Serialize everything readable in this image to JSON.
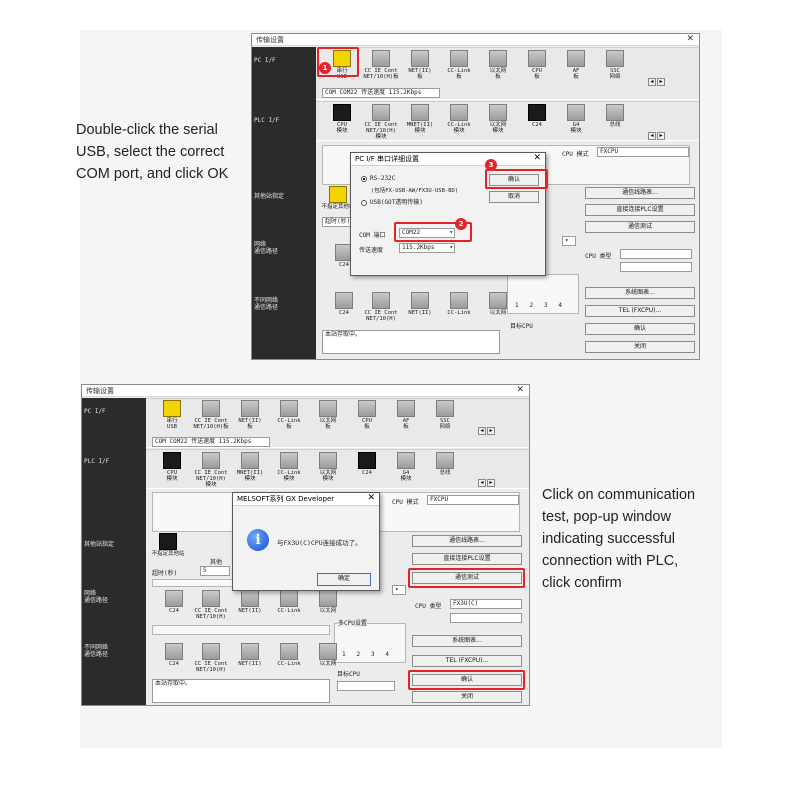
{
  "captions": {
    "top": "Double-click the serial\nUSB, select the correct\nCOM port, and click OK",
    "bottom": "Click on communication\ntest, pop-up window\nindicating successful\nconnection with PLC,\nclick confirm"
  },
  "window": {
    "title": "传输设置",
    "close": "✕",
    "sidebar": {
      "pc_if": "PC I/F",
      "plc_if": "PLC I/F",
      "other_station": "其他站指定",
      "network_route": "网络\n通信路径",
      "diff_network_route": "不同网络\n通信路径"
    },
    "pc_if_icons": [
      "串行\nUSB",
      "CC IE Cont\nNET/10(H)板",
      "NET(II)\n板",
      "CC-Link\n板",
      "以太网\n板",
      "CPU\n板",
      "AF\n板",
      "SSC\n网络"
    ],
    "pc_if_status": [
      "COM",
      "COM22",
      "传送速度",
      "115.2Kbps"
    ],
    "plc_if_icons": [
      "CPU\n模块",
      "CC IE Cont\nNET/10(H)\n模块",
      "MNET(II)\n模块",
      "CC-Link\n模块",
      "以太网\n模块",
      "C24",
      "G4\n模块",
      "总线"
    ],
    "plc_mode_label": "CPU 模式",
    "plc_mode_value": "FXCPU",
    "not_specified": "不指定其他站",
    "timeout_label": "超时(秒)",
    "timeout_value": "5",
    "other_label": "其他",
    "network_icons": [
      "C24",
      "CC IE Cont\nNET/10(H)",
      "NET(II)",
      "CC-Link",
      "以太网"
    ],
    "multi_cpu_title": "多CPU设置",
    "multi_cpu_nums": [
      "1",
      "2",
      "3",
      "4"
    ],
    "target_cpu": "目标CPU",
    "cpu_type_label": "CPU 类型",
    "cpu_type_value_bottom": "FX3U(C)",
    "status_text": "本站存取中。",
    "right_buttons": [
      "通信线路表...",
      "直接连接PLC设置",
      "通信测试",
      "系统图表...",
      "TEL (FXCPU)...",
      "确认",
      "关闭"
    ]
  },
  "serial_dialog": {
    "title": "PC I/F 串口详细设置",
    "close": "✕",
    "option_rs232": "RS-232C",
    "option_rs232_note": "(包括FX-USB-AW/FX3U-USB-BD)",
    "option_usb": "USB(GOT透明传输)",
    "com_port_label": "COM 端口",
    "com_port_value": "COM22",
    "speed_label": "传送速度",
    "speed_value": "115.2Kbps",
    "ok": "确认",
    "cancel": "取消"
  },
  "badges": [
    "1",
    "2",
    "3"
  ],
  "message_box": {
    "title": "MELSOFT系列 GX Developer",
    "close": "✕",
    "message": "与FX3U(C)CPU连接成功了。",
    "ok": "确定"
  },
  "colors": {
    "highlight": "#e0242a",
    "sidebar": "#2b2b2b"
  }
}
